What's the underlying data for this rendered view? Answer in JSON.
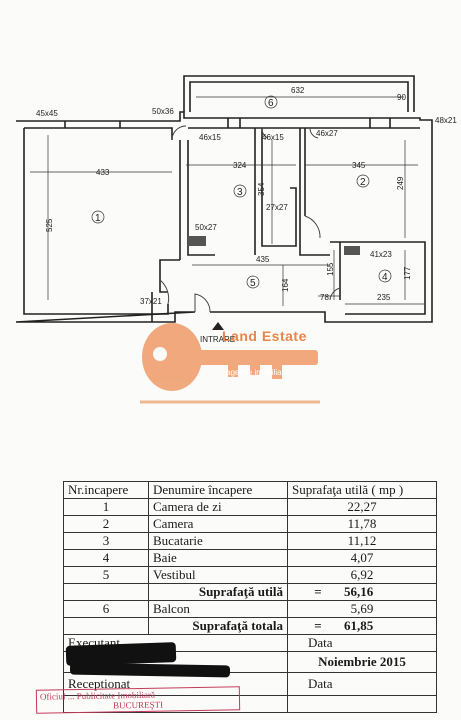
{
  "plan": {
    "dims": {
      "d45x45": "45x45",
      "d50x36": "50x36",
      "d632": "632",
      "d90": "90",
      "d48x21": "48x21",
      "d46x15a": "46x15",
      "d46x15b": "46x15",
      "d46x27": "46x27",
      "d433": "433",
      "d324": "324",
      "d345": "345",
      "d525": "525",
      "d354": "354",
      "d249": "249",
      "d27x27": "27x27",
      "d50x27": "50x27",
      "d41x23": "41x23",
      "d435": "435",
      "d164": "164",
      "d155": "155",
      "d177": "177",
      "d78": "78",
      "d235": "235",
      "d37x21": "37x21"
    },
    "rooms": {
      "r1": "1",
      "r2": "2",
      "r3": "3",
      "r4": "4",
      "r5": "5",
      "r6": "6"
    },
    "entrance": "INTRARE"
  },
  "logo": {
    "name": "Land Estate",
    "tagline": "agentie imobiliara",
    "colors": {
      "key": "#f0a070",
      "text": "#e8864a",
      "line": "#f0b890"
    }
  },
  "table": {
    "headers": [
      "Nr.incapere",
      "Denumire încapere",
      "Suprafaţa utilă ( mp )"
    ],
    "rows": [
      {
        "nr": "1",
        "name": "Camera de zi",
        "area": "22,27"
      },
      {
        "nr": "2",
        "name": "Camera",
        "area": "11,78"
      },
      {
        "nr": "3",
        "name": "Bucatarie",
        "area": "11,12"
      },
      {
        "nr": "4",
        "name": "Baie",
        "area": "4,07"
      },
      {
        "nr": "5",
        "name": "Vestibul",
        "area": "6,92"
      }
    ],
    "util": {
      "label": "Suprafaţă utilă",
      "eq": "=",
      "value": "56,16"
    },
    "balcon": {
      "nr": "6",
      "name": "Balcon",
      "area": "5,69"
    },
    "total": {
      "label": "Suprafaţă totala",
      "eq": "=",
      "value": "61,85"
    },
    "executant": {
      "label": "Executant",
      "data_label": "Data",
      "date": "Noiembrie 2015"
    },
    "receptionat": {
      "label": "Receptionat",
      "data_label": "Data"
    }
  },
  "stamp": {
    "line1": "Oficiul ... Publicitate Imobiliară",
    "line2": "BUCUREŞTI"
  }
}
